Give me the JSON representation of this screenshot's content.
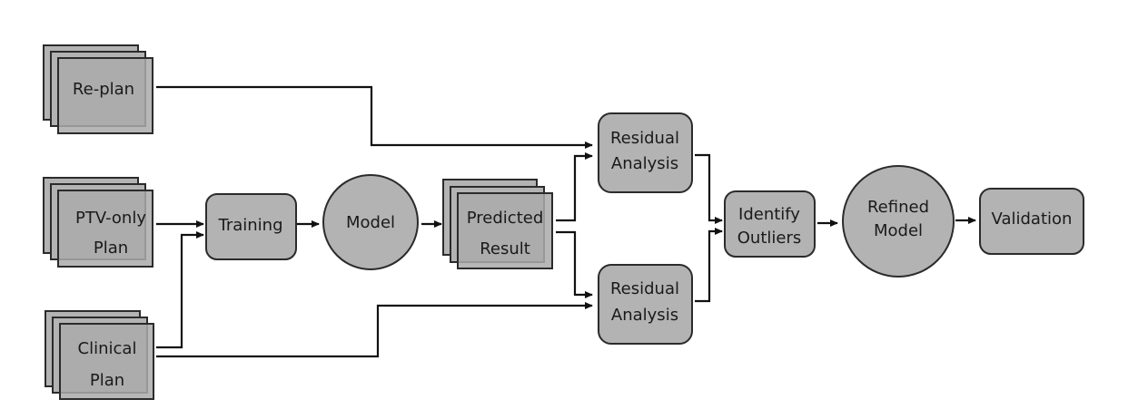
{
  "diagram": {
    "type": "flowchart",
    "nodes": {
      "replan": {
        "kind": "stacked-document",
        "lines": [
          "Re-plan"
        ]
      },
      "ptv_only": {
        "kind": "stacked-document",
        "lines": [
          "PTV-only",
          "Plan"
        ]
      },
      "clinical": {
        "kind": "stacked-document",
        "lines": [
          "Clinical",
          "Plan"
        ]
      },
      "training": {
        "kind": "process",
        "lines": [
          "Training"
        ]
      },
      "model": {
        "kind": "circle",
        "lines": [
          "Model"
        ]
      },
      "predicted": {
        "kind": "stacked-document",
        "lines": [
          "Predicted",
          "Result"
        ]
      },
      "residual_top": {
        "kind": "process",
        "lines": [
          "Residual",
          "Analysis"
        ]
      },
      "residual_bottom": {
        "kind": "process",
        "lines": [
          "Residual",
          "Analysis"
        ]
      },
      "outliers": {
        "kind": "process",
        "lines": [
          "Identify",
          "Outliers"
        ]
      },
      "refined": {
        "kind": "circle",
        "lines": [
          "Refined",
          "Model"
        ]
      },
      "validation": {
        "kind": "process",
        "lines": [
          "Validation"
        ]
      }
    },
    "edges": [
      {
        "from": "replan",
        "to": "residual_top"
      },
      {
        "from": "ptv_only",
        "to": "training"
      },
      {
        "from": "clinical",
        "to": "training"
      },
      {
        "from": "clinical",
        "to": "residual_bottom"
      },
      {
        "from": "training",
        "to": "model"
      },
      {
        "from": "model",
        "to": "predicted"
      },
      {
        "from": "predicted",
        "to": "residual_top"
      },
      {
        "from": "predicted",
        "to": "residual_bottom"
      },
      {
        "from": "residual_top",
        "to": "outliers"
      },
      {
        "from": "residual_bottom",
        "to": "outliers"
      },
      {
        "from": "outliers",
        "to": "refined"
      },
      {
        "from": "refined",
        "to": "validation"
      }
    ]
  }
}
